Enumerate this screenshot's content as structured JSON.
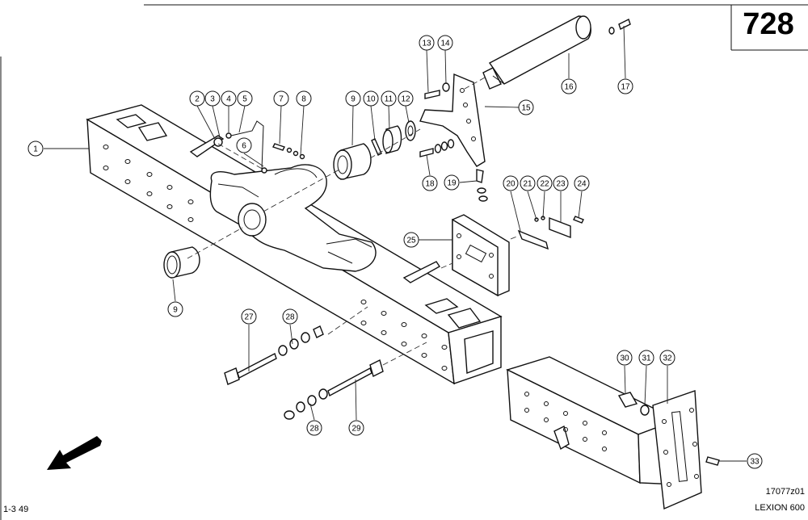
{
  "page_number": "728",
  "drawing_code": "17077z01",
  "model": "LEXION 600",
  "corner_code": "1-3 49",
  "parts": [
    {
      "label": "1"
    },
    {
      "label": "2"
    },
    {
      "label": "3"
    },
    {
      "label": "4"
    },
    {
      "label": "5"
    },
    {
      "label": "6"
    },
    {
      "label": "7"
    },
    {
      "label": "8"
    },
    {
      "label": "9"
    },
    {
      "label": "9"
    },
    {
      "label": "10"
    },
    {
      "label": "11"
    },
    {
      "label": "12"
    },
    {
      "label": "13"
    },
    {
      "label": "14"
    },
    {
      "label": "15"
    },
    {
      "label": "16"
    },
    {
      "label": "17"
    },
    {
      "label": "18"
    },
    {
      "label": "19"
    },
    {
      "label": "20"
    },
    {
      "label": "21"
    },
    {
      "label": "22"
    },
    {
      "label": "23"
    },
    {
      "label": "24"
    },
    {
      "label": "25"
    },
    {
      "label": "27"
    },
    {
      "label": "28"
    },
    {
      "label": "28"
    },
    {
      "label": "29"
    },
    {
      "label": "30"
    },
    {
      "label": "31"
    },
    {
      "label": "32"
    },
    {
      "label": "33"
    }
  ],
  "colors": {
    "line": "#111111",
    "background": "#ffffff"
  },
  "icons": {
    "direction": "direction-arrow-icon"
  }
}
